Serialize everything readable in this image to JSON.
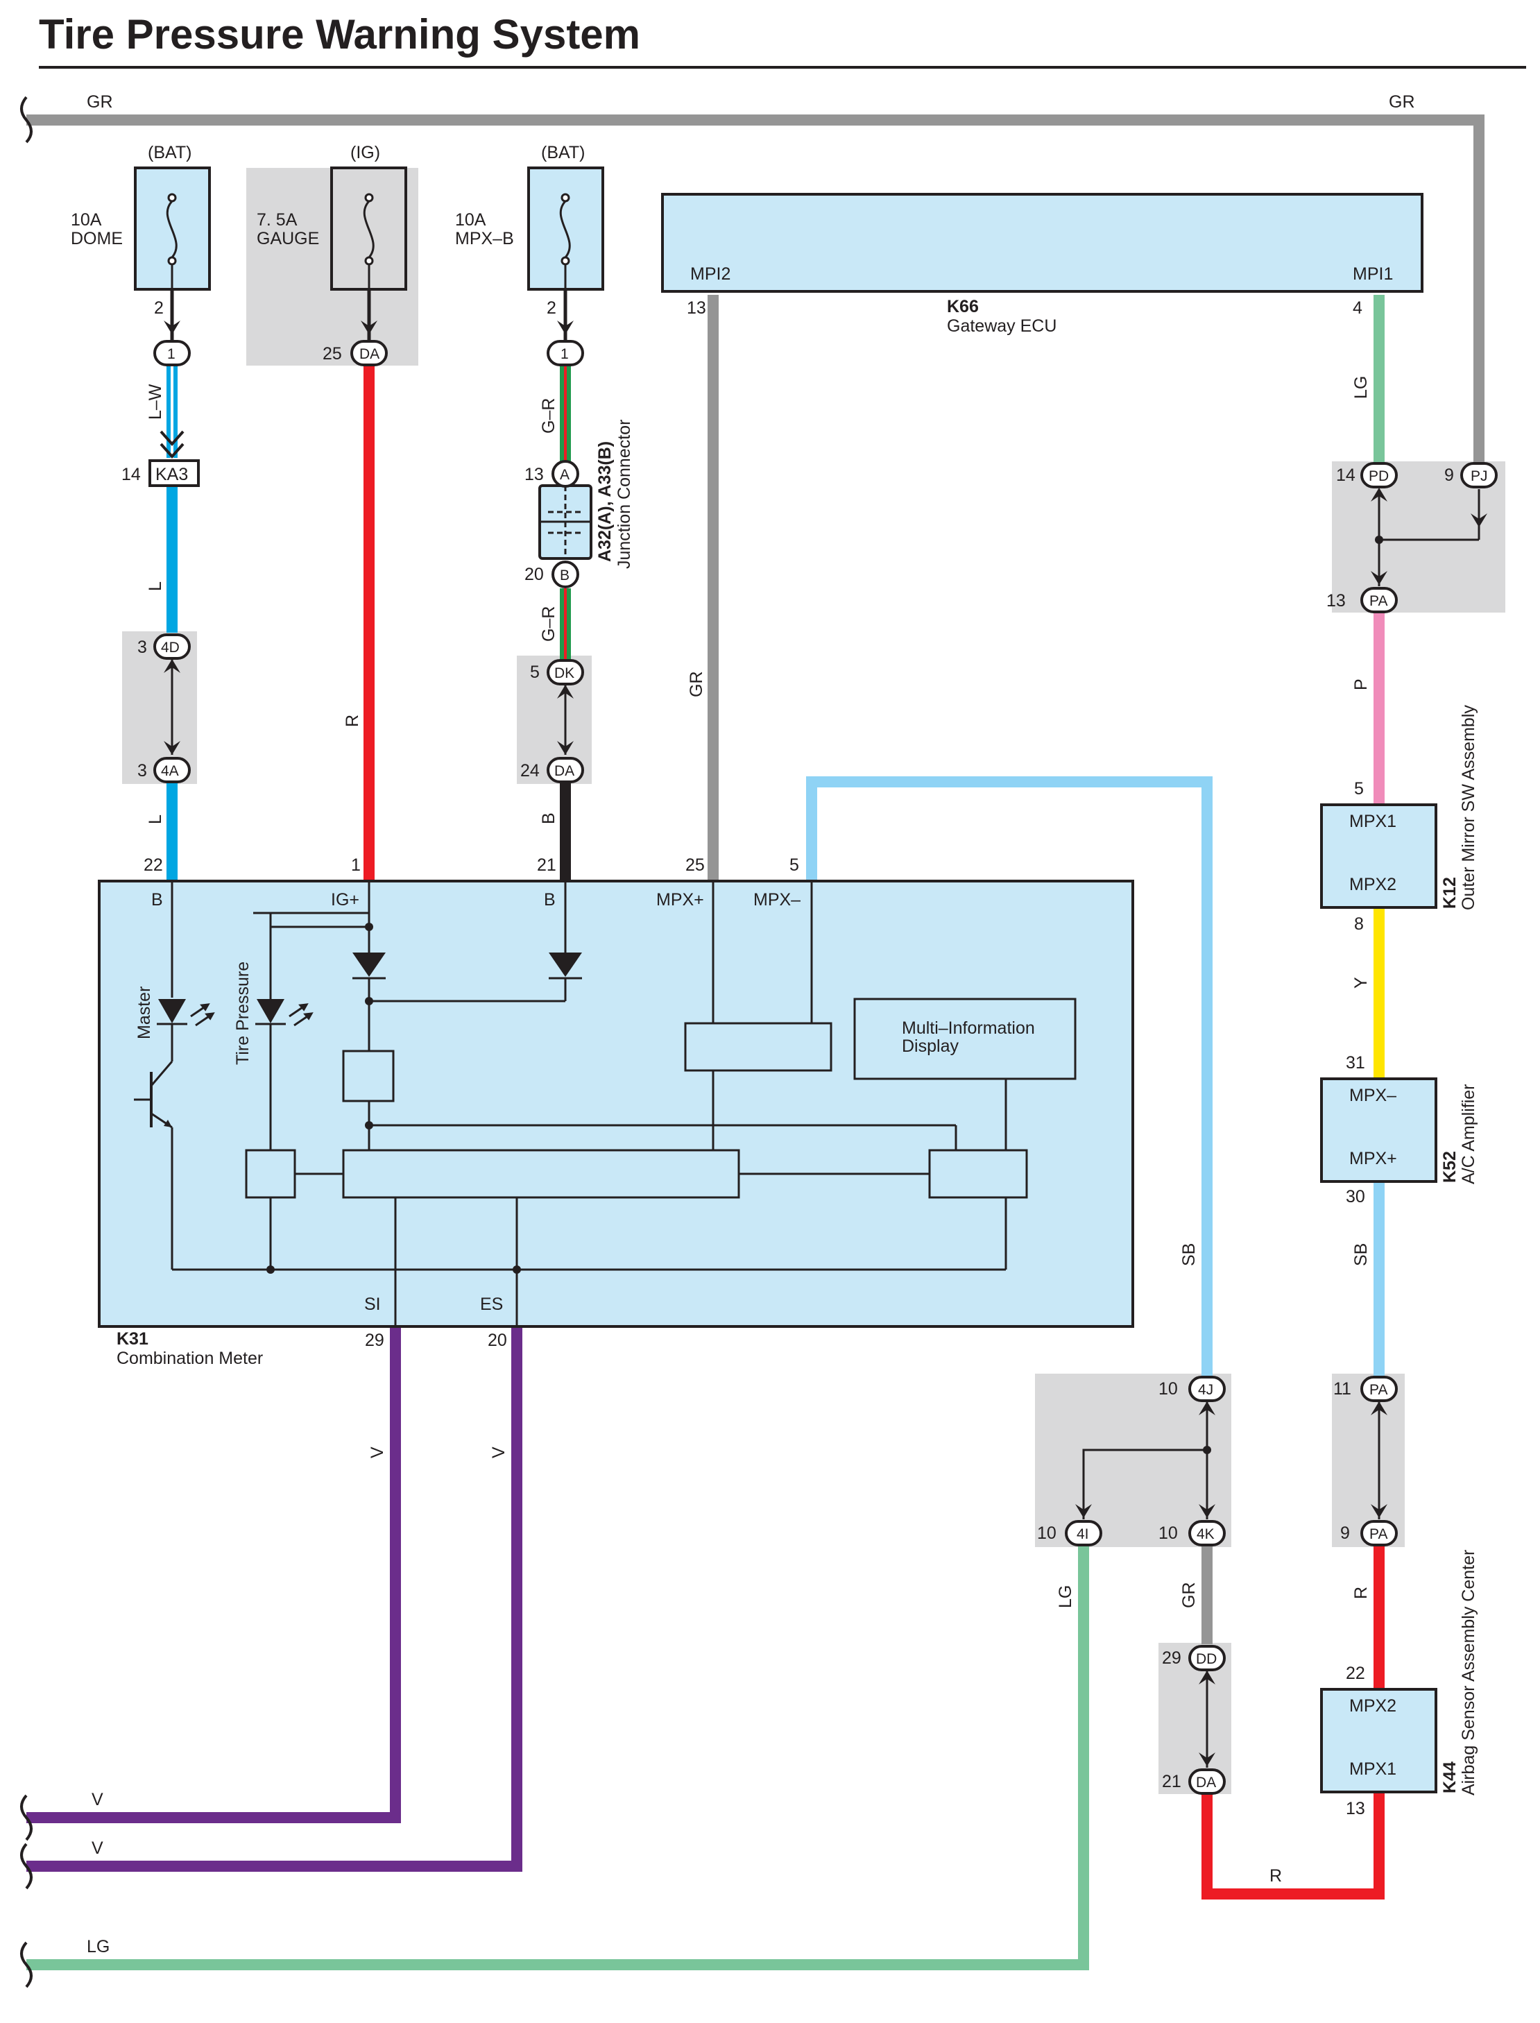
{
  "title": "Tire Pressure Warning System",
  "colors": {
    "GR": "#959595",
    "L": "#00a6e2",
    "SB": "#8fd3f5",
    "R": "#ed1c24",
    "B": "#231f20",
    "V": "#6b2d8b",
    "LG": "#79c59a",
    "P": "#f08cba",
    "Y": "#ffe500",
    "G-R": "#1f9a4b",
    "component_fill": "#c9e8f7",
    "shade": "#d9d9da"
  },
  "fuses": [
    {
      "source": "(BAT)",
      "rating": "10A",
      "name": "DOME",
      "pin": "2"
    },
    {
      "source": "(IG)",
      "rating": "7. 5A",
      "name": "GAUGE",
      "pin": "25"
    },
    {
      "source": "(BAT)",
      "rating": "10A",
      "name": "MPX–B",
      "pin": "2"
    }
  ],
  "junction_connector": {
    "code": "A32(A), A33(B)",
    "name": "Junction Connector"
  },
  "components": {
    "k66": {
      "code": "K66",
      "name": "Gateway ECU",
      "pins": {
        "mpi2": "MPI2",
        "mpi1": "MPI1"
      }
    },
    "k31": {
      "code": "K31",
      "name": "Combination Meter",
      "pins": {
        "b1": "B",
        "ig": "IG+",
        "b2": "B",
        "mpxp": "MPX+",
        "mpxm": "MPX–",
        "si": "SI",
        "es": "ES"
      },
      "master": "Master",
      "tire_pressure": "Tire Pressure",
      "mid_line1": "Multi–Information",
      "mid_line2": "Display"
    },
    "k12": {
      "code": "K12",
      "name": "Outer Mirror SW Assembly",
      "top": "MPX1",
      "bottom": "MPX2"
    },
    "k52": {
      "code": "K52",
      "name": "A/C Amplifier",
      "top": "MPX–",
      "bottom": "MPX+"
    },
    "k44": {
      "code": "K44",
      "name": "Airbag Sensor Assembly Center",
      "top": "MPX2",
      "bottom": "MPX1"
    }
  },
  "connectors": {
    "c_1a": {
      "id": "1"
    },
    "c_da1": {
      "id": "DA",
      "pin": "25"
    },
    "c_1b": {
      "id": "1"
    },
    "c_ka3": {
      "id": "KA3",
      "pin": "14"
    },
    "c_a": {
      "id": "A",
      "pin": "13"
    },
    "c_b": {
      "id": "B",
      "pin": "20"
    },
    "c_4d": {
      "id": "4D",
      "pin": "3"
    },
    "c_4a": {
      "id": "4A",
      "pin": "3"
    },
    "c_dk": {
      "id": "DK",
      "pin": "5"
    },
    "c_da2": {
      "id": "DA",
      "pin": "24"
    },
    "c_pd": {
      "id": "PD",
      "pin": "14"
    },
    "c_pj": {
      "id": "PJ",
      "pin": "9"
    },
    "c_pa1": {
      "id": "PA",
      "pin": "13"
    },
    "c_4j": {
      "id": "4J",
      "pin": "10"
    },
    "c_4i": {
      "id": "4I",
      "pin": "10"
    },
    "c_4k": {
      "id": "4K",
      "pin": "10"
    },
    "c_pa2": {
      "id": "PA",
      "pin": "11"
    },
    "c_pa3": {
      "id": "PA",
      "pin": "9"
    },
    "c_dd": {
      "id": "DD",
      "pin": "29"
    },
    "c_da3": {
      "id": "DA",
      "pin": "21"
    }
  },
  "pins": {
    "k66_13": "13",
    "k66_4": "4",
    "k31_22": "22",
    "k31_1": "1",
    "k31_21": "21",
    "k31_25": "25",
    "k31_5": "5",
    "k31_29": "29",
    "k31_20": "20",
    "k12_5": "5",
    "k12_8": "8",
    "k52_31": "31",
    "k52_30": "30",
    "k44_22": "22",
    "k44_13": "13"
  },
  "wire_labels": {
    "gr_top_left": "GR",
    "gr_top_right": "GR",
    "lw": "L–W",
    "l1": "L",
    "l2": "L",
    "r_ig": "R",
    "gr1": "G–R",
    "gr2": "G–R",
    "b_wire": "B",
    "gr_k66": "GR",
    "lg_k66": "LG",
    "p_wire": "P",
    "y_wire": "Y",
    "sb_k52": "SB",
    "sb_left": "SB",
    "v1": "V",
    "v2": "V",
    "v_bot1": "V",
    "v_bot2": "V",
    "lg_bot": "LG",
    "lg_4i": "LG",
    "gr_4k": "GR",
    "r_pa": "R",
    "r_bottom": "R"
  }
}
